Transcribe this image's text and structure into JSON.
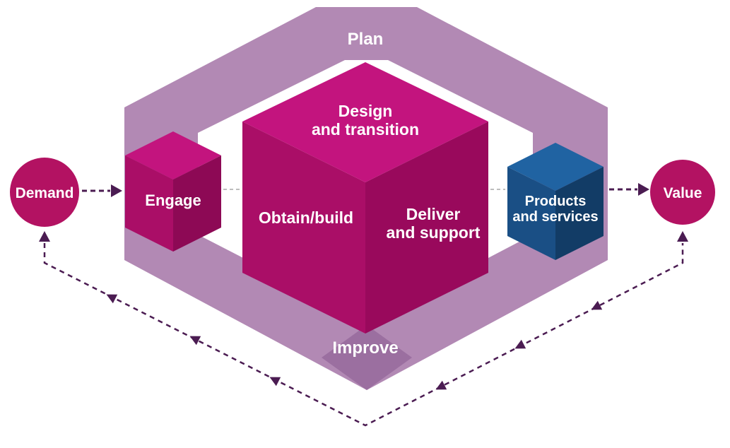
{
  "labels": {
    "plan": "Plan",
    "improve": "Improve",
    "demand": "Demand",
    "value": "Value",
    "engage": "Engage",
    "design_line1": "Design",
    "design_line2": "and transition",
    "obtain_build": "Obtain/build",
    "deliver_line1": "Deliver",
    "deliver_line2": "and support",
    "products_line1": "Products",
    "products_line2": "and services"
  },
  "colors": {
    "ring": "#b289b4",
    "ring_shadow": "#9b6fa0",
    "cube_top": "#c3147e",
    "cube_left": "#aa0e67",
    "cube_right": "#99095c",
    "engage_top": "#c3147e",
    "engage_left": "#aa0e67",
    "engage_right": "#8d0955",
    "products_top": "#2063a2",
    "products_left": "#1a4f85",
    "products_right": "#123c66",
    "terminal_circle": "#b31262",
    "arrow": "#4b1c52",
    "faint_connector": "#bdbdbd",
    "label_text": "#ffffff"
  }
}
